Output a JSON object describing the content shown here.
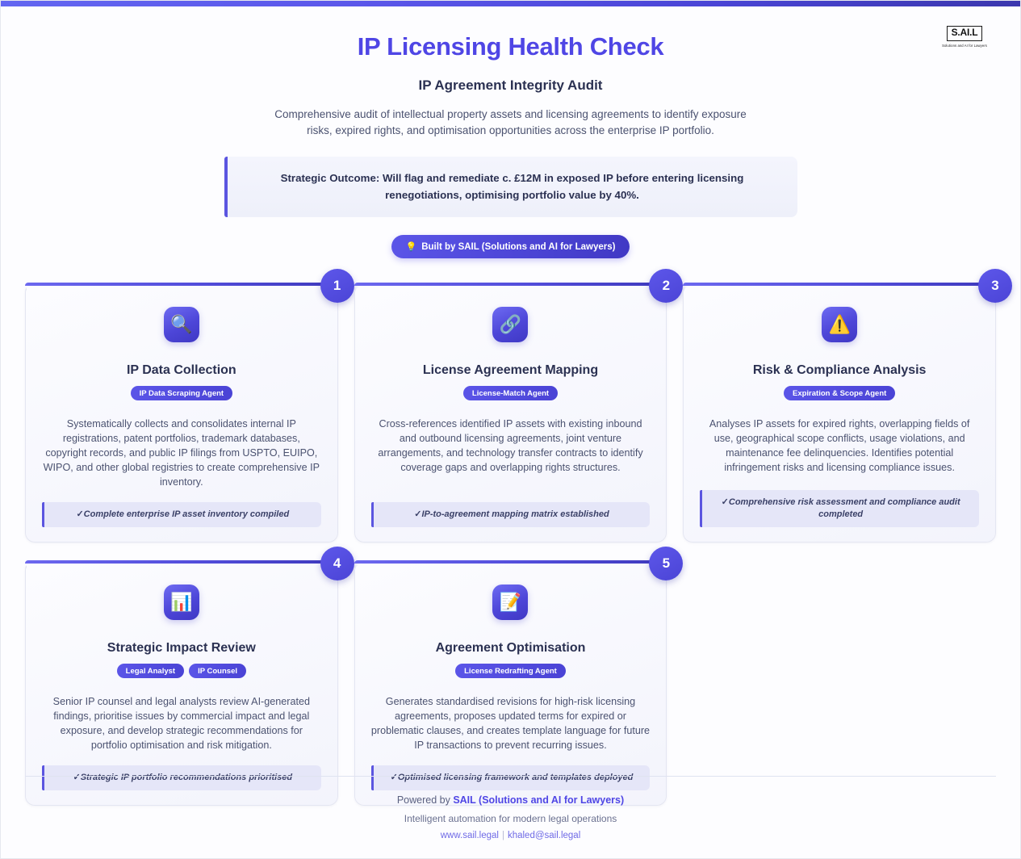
{
  "brand": {
    "accent": "#4f46e5",
    "accent_dark": "#3f38c4",
    "logo_mark": "S.AI.L",
    "logo_tagline": "Solutions and AI for Lawyers"
  },
  "header": {
    "title": "IP Licensing Health Check",
    "subtitle": "IP Agreement Integrity Audit",
    "lede": "Comprehensive audit of intellectual property assets and licensing agreements to identify exposure risks, expired rights, and optimisation opportunities across the enterprise IP portfolio.",
    "outcome": "Strategic Outcome: Will flag and remediate c. £12M in exposed IP before entering licensing renegotiations, optimising portfolio value by 40%.",
    "built_badge": "Built by SAIL (Solutions and AI for Lawyers)",
    "built_badge_icon": "lightbulb-icon",
    "built_badge_glyph": "💡"
  },
  "cards": [
    {
      "number": "1",
      "icon_name": "magnifying-glass-icon",
      "icon_glyph": "🔍",
      "title": "IP Data Collection",
      "tags": [
        "IP Data Scraping Agent"
      ],
      "description": "Systematically collects and consolidates internal IP registrations, patent portfolios, trademark databases, copyright records, and public IP filings from USPTO, EUIPO, WIPO, and other global registries to create comprehensive IP inventory.",
      "outcome": "Complete enterprise IP asset inventory compiled"
    },
    {
      "number": "2",
      "icon_name": "link-chain-icon",
      "icon_glyph": "🔗",
      "title": "License Agreement Mapping",
      "tags": [
        "License-Match Agent"
      ],
      "description": "Cross-references identified IP assets with existing inbound and outbound licensing agreements, joint venture arrangements, and technology transfer contracts to identify coverage gaps and overlapping rights structures.",
      "outcome": "IP-to-agreement mapping matrix established"
    },
    {
      "number": "3",
      "icon_name": "warning-triangle-icon",
      "icon_glyph": "⚠️",
      "title": "Risk & Compliance Analysis",
      "tags": [
        "Expiration & Scope Agent"
      ],
      "description": "Analyses IP assets for expired rights, overlapping fields of use, geographical scope conflicts, usage violations, and maintenance fee delinquencies. Identifies potential infringement risks and licensing compliance issues.",
      "outcome": "Comprehensive risk assessment and compliance audit completed"
    },
    {
      "number": "4",
      "icon_name": "bar-chart-icon",
      "icon_glyph": "📊",
      "title": "Strategic Impact Review",
      "tags": [
        "Legal Analyst",
        "IP Counsel"
      ],
      "description": "Senior IP counsel and legal analysts review AI-generated findings, prioritise issues by commercial impact and legal exposure, and develop strategic recommendations for portfolio optimisation and risk mitigation.",
      "outcome": "Strategic IP portfolio recommendations prioritised"
    },
    {
      "number": "5",
      "icon_name": "memo-pencil-icon",
      "icon_glyph": "📝",
      "title": "Agreement Optimisation",
      "tags": [
        "License Redrafting Agent"
      ],
      "description": "Generates standardised revisions for high-risk licensing agreements, proposes updated terms for expired or problematic clauses, and creates template language for future IP transactions to prevent recurring issues.",
      "outcome": "Optimised licensing framework and templates deployed"
    }
  ],
  "footer": {
    "powered_prefix": "Powered by ",
    "powered_brand": "SAIL (Solutions and AI for Lawyers)",
    "tagline": "Intelligent automation for modern legal operations",
    "website": "www.sail.legal",
    "separator": "|",
    "email": "khaled@sail.legal"
  }
}
